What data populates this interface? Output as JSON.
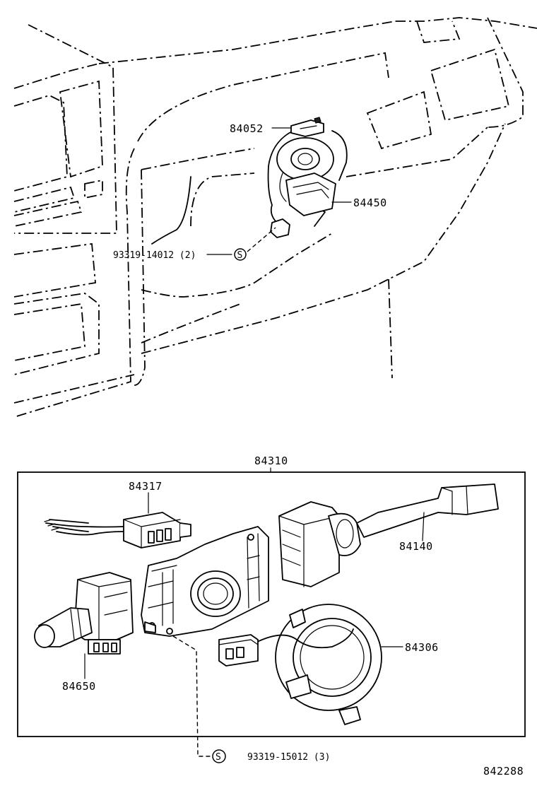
{
  "diagram": {
    "callouts": {
      "c84052": "84052",
      "c84450": "84450",
      "c93319_14012": "93319-14012 (2)",
      "c84310": "84310",
      "c84317": "84317",
      "c84140": "84140",
      "c84306": "84306",
      "c84650": "84650",
      "c93319_15012": "93319-15012 (3)",
      "screw_symbol": "S"
    },
    "figure_number": "842288"
  }
}
